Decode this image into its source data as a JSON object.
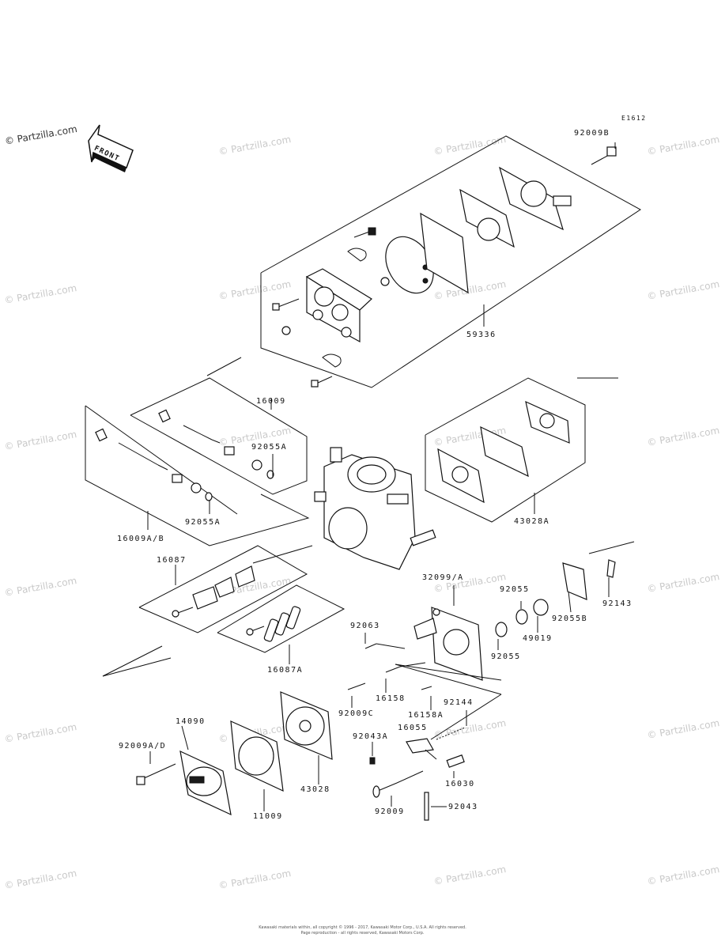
{
  "diagram": {
    "code": "E1612",
    "front_label": "FRONT",
    "watermark": "© Partzilla.com",
    "copyright_lines": [
      "Kawasaki materials within, all copyright © 1996 - 2017, Kawasaki Motor Corp., U.S.A. All rights reserved.",
      "Page reproduction - all rights reserved, Kawasaki Motors Corp."
    ],
    "part_labels": {
      "p92009B": "92009B",
      "p59336": "59336",
      "p16009": "16009",
      "p92055A_1": "92055A",
      "p92055A_2": "92055A",
      "p16009AB": "16009A/B",
      "p43028A": "43028A",
      "p16087": "16087",
      "p16087A": "16087A",
      "p32099A": "32099/A",
      "p92055_1": "92055",
      "p92055_2": "92055",
      "p49019": "49019",
      "p92055B": "92055B",
      "p92143": "92143",
      "p92063": "92063",
      "p16158": "16158",
      "p16158A": "16158A",
      "p92009C": "92009C",
      "p92144": "92144",
      "p16055": "16055",
      "p92043A": "92043A",
      "p14090": "14090",
      "p92009AD": "92009A/D",
      "p43028": "43028",
      "p11009": "11009",
      "p92009": "92009",
      "p16030": "16030",
      "p92043": "92043"
    }
  }
}
